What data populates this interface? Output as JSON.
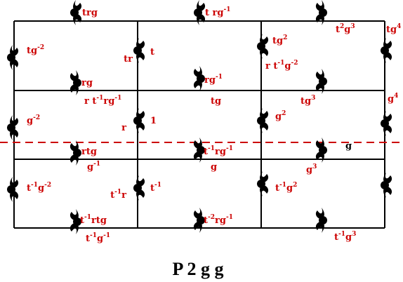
{
  "title": "P 2 g g",
  "colors": {
    "grid": "#000000",
    "label": "#cc0000",
    "axis_label": "#000000",
    "dash": "#cc0000",
    "motif": "#000000"
  },
  "labels": [
    {
      "parts": [
        [
          "trg",
          ""
        ]
      ]
    },
    {
      "parts": [
        [
          "t rg",
          ""
        ],
        [
          "-1",
          "sup"
        ]
      ]
    },
    {
      "parts": [
        [
          "t",
          ""
        ],
        [
          "2",
          "sup"
        ],
        [
          "g",
          ""
        ],
        [
          "3",
          "sup"
        ]
      ]
    },
    {
      "parts": [
        [
          "tg",
          ""
        ],
        [
          "4",
          "sup"
        ]
      ]
    },
    {
      "parts": [
        [
          "tg",
          ""
        ],
        [
          "-2",
          "sup"
        ]
      ]
    },
    {
      "parts": [
        [
          "tr",
          ""
        ]
      ]
    },
    {
      "parts": [
        [
          "t",
          ""
        ]
      ]
    },
    {
      "parts": [
        [
          "tg",
          ""
        ],
        [
          "2",
          "sup"
        ]
      ]
    },
    {
      "parts": [
        [
          "r t",
          ""
        ],
        [
          "-1",
          "sup"
        ],
        [
          "g",
          ""
        ],
        [
          "-2",
          "sup"
        ]
      ]
    },
    {
      "parts": [
        [
          "rg",
          ""
        ]
      ]
    },
    {
      "parts": [
        [
          "r t",
          ""
        ],
        [
          "-1",
          "sup"
        ],
        [
          "rg",
          ""
        ],
        [
          "-1",
          "sup"
        ]
      ]
    },
    {
      "parts": [
        [
          "rg",
          ""
        ],
        [
          "-1",
          "sup"
        ]
      ]
    },
    {
      "parts": [
        [
          "tg",
          ""
        ]
      ]
    },
    {
      "parts": [
        [
          "tg",
          ""
        ],
        [
          "3",
          "sup"
        ]
      ]
    },
    {
      "parts": [
        [
          "g",
          ""
        ],
        [
          "4",
          "sup"
        ]
      ]
    },
    {
      "parts": [
        [
          "g",
          ""
        ],
        [
          "-2",
          "sup"
        ]
      ]
    },
    {
      "parts": [
        [
          "r",
          ""
        ]
      ]
    },
    {
      "parts": [
        [
          "1",
          ""
        ]
      ]
    },
    {
      "parts": [
        [
          "g",
          ""
        ],
        [
          "2",
          "sup"
        ]
      ]
    },
    {
      "parts": [
        [
          "g",
          ""
        ]
      ],
      "color": "axis_label"
    },
    {
      "parts": [
        [
          "rtg",
          ""
        ]
      ]
    },
    {
      "parts": [
        [
          "g",
          ""
        ],
        [
          "-1",
          "sup"
        ]
      ]
    },
    {
      "parts": [
        [
          "t",
          ""
        ],
        [
          "-1",
          "sup"
        ],
        [
          "rg",
          ""
        ],
        [
          "-1",
          "sup"
        ]
      ]
    },
    {
      "parts": [
        [
          "g",
          ""
        ]
      ]
    },
    {
      "parts": [
        [
          "g",
          ""
        ],
        [
          "3",
          "sup"
        ]
      ]
    },
    {
      "parts": [
        [
          "t",
          ""
        ],
        [
          "-1",
          "sup"
        ],
        [
          "g",
          ""
        ],
        [
          "-2",
          "sup"
        ]
      ]
    },
    {
      "parts": [
        [
          "t",
          ""
        ],
        [
          "-1",
          "sup"
        ],
        [
          "r",
          ""
        ]
      ]
    },
    {
      "parts": [
        [
          "t",
          ""
        ],
        [
          "-1",
          "sup"
        ]
      ]
    },
    {
      "parts": [
        [
          "t",
          ""
        ],
        [
          "-1",
          "sup"
        ],
        [
          "g",
          ""
        ],
        [
          "2",
          "sup"
        ]
      ]
    },
    {
      "parts": [
        [
          "t",
          ""
        ],
        [
          "-1",
          "sup"
        ],
        [
          "rtg",
          ""
        ]
      ]
    },
    {
      "parts": [
        [
          "t",
          ""
        ],
        [
          "-1",
          "sup"
        ],
        [
          "g",
          ""
        ],
        [
          "-1",
          "sup"
        ]
      ]
    },
    {
      "parts": [
        [
          "t",
          ""
        ],
        [
          "-2",
          "sup"
        ],
        [
          "rg",
          ""
        ],
        [
          "-1",
          "sup"
        ]
      ]
    },
    {
      "parts": [
        [
          "t",
          ""
        ],
        [
          "-1",
          "sup"
        ],
        [
          "g",
          ""
        ],
        [
          "3",
          "sup"
        ]
      ]
    }
  ]
}
